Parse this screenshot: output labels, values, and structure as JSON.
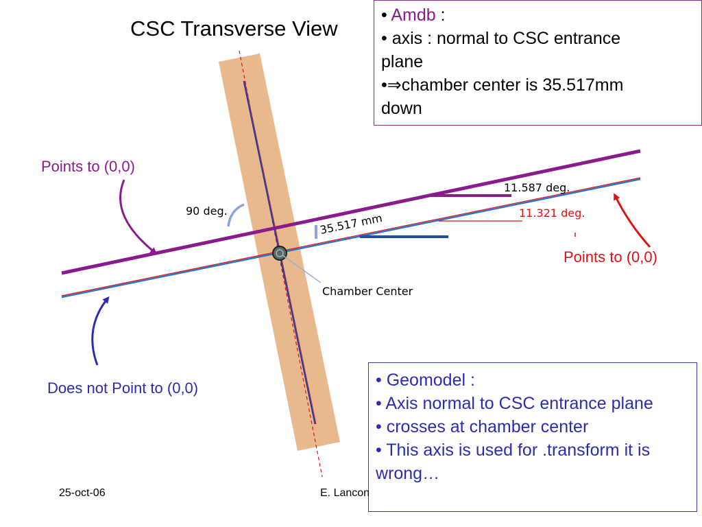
{
  "title": "CSC Transverse View",
  "amdb_box": {
    "keyword": "Amdb",
    "colon": " :",
    "line1": "• axis : normal to CSC entrance",
    "line2": "plane",
    "line3": "•⇒chamber center is 35.517mm",
    "line4": "down"
  },
  "geomodel_box": {
    "line1": "• Geomodel :",
    "line2": "• Axis normal to CSC entrance plane",
    "line3": "• crosses at chamber center",
    "line4": "• This axis is used for .transform it is wrong…"
  },
  "labels": {
    "points_left": "Points to (0,0)",
    "points_right": "Points to (0,0)",
    "does_not_point": "Does not Point to (0,0)"
  },
  "diagram_text": {
    "angle_90": "90 deg.",
    "distance": "35.517 mm",
    "chamber_center": "Chamber Center",
    "angle_purple": "11.587 deg.",
    "angle_red": "11.321 deg."
  },
  "footer": {
    "date": "25-oct-06",
    "author": "E. Lancon"
  },
  "colors": {
    "chamber": "#e8b98c",
    "purple": "#8a1a8e",
    "red": "#e01010",
    "blue": "#1f4f9e",
    "navy": "#2b2bb3"
  }
}
